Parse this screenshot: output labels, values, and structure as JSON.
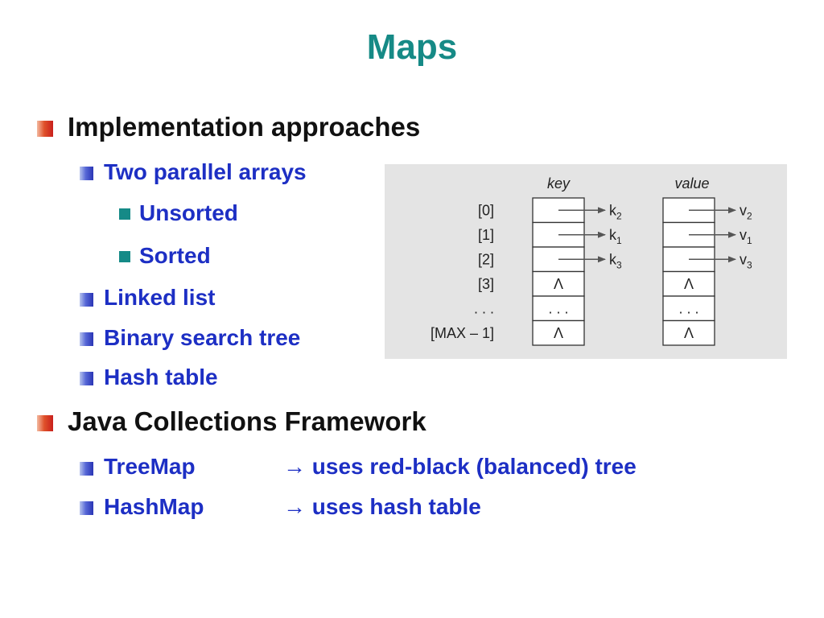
{
  "slide": {
    "title": "Maps",
    "bullets": [
      {
        "text": "Implementation approaches",
        "children": [
          {
            "text": "Two parallel arrays",
            "children": [
              "Unsorted",
              "Sorted"
            ]
          },
          {
            "text": "Linked list"
          },
          {
            "text": "Binary search tree"
          },
          {
            "text": "Hash table"
          }
        ]
      },
      {
        "text": "Java Collections Framework",
        "children": [
          {
            "text": "TreeMap",
            "detail": "uses red-black (balanced) tree"
          },
          {
            "text": "HashMap",
            "detail": "uses hash table"
          }
        ]
      }
    ],
    "arrow_symbol": "→"
  },
  "diagram": {
    "key_header": "key",
    "value_header": "value",
    "row_labels": [
      "[0]",
      "[1]",
      "[2]",
      "[3]",
      ". . .",
      "[MAX – 1]"
    ],
    "key_cells": [
      "",
      "",
      "",
      "Λ",
      ". . .",
      "Λ"
    ],
    "value_cells": [
      "",
      "",
      "",
      "Λ",
      ". . .",
      "Λ"
    ],
    "key_targets": [
      {
        "base": "k",
        "sub": "2"
      },
      {
        "base": "k",
        "sub": "1"
      },
      {
        "base": "k",
        "sub": "3"
      }
    ],
    "value_targets": [
      {
        "base": "v",
        "sub": "2"
      },
      {
        "base": "v",
        "sub": "1"
      },
      {
        "base": "v",
        "sub": "3"
      }
    ]
  }
}
